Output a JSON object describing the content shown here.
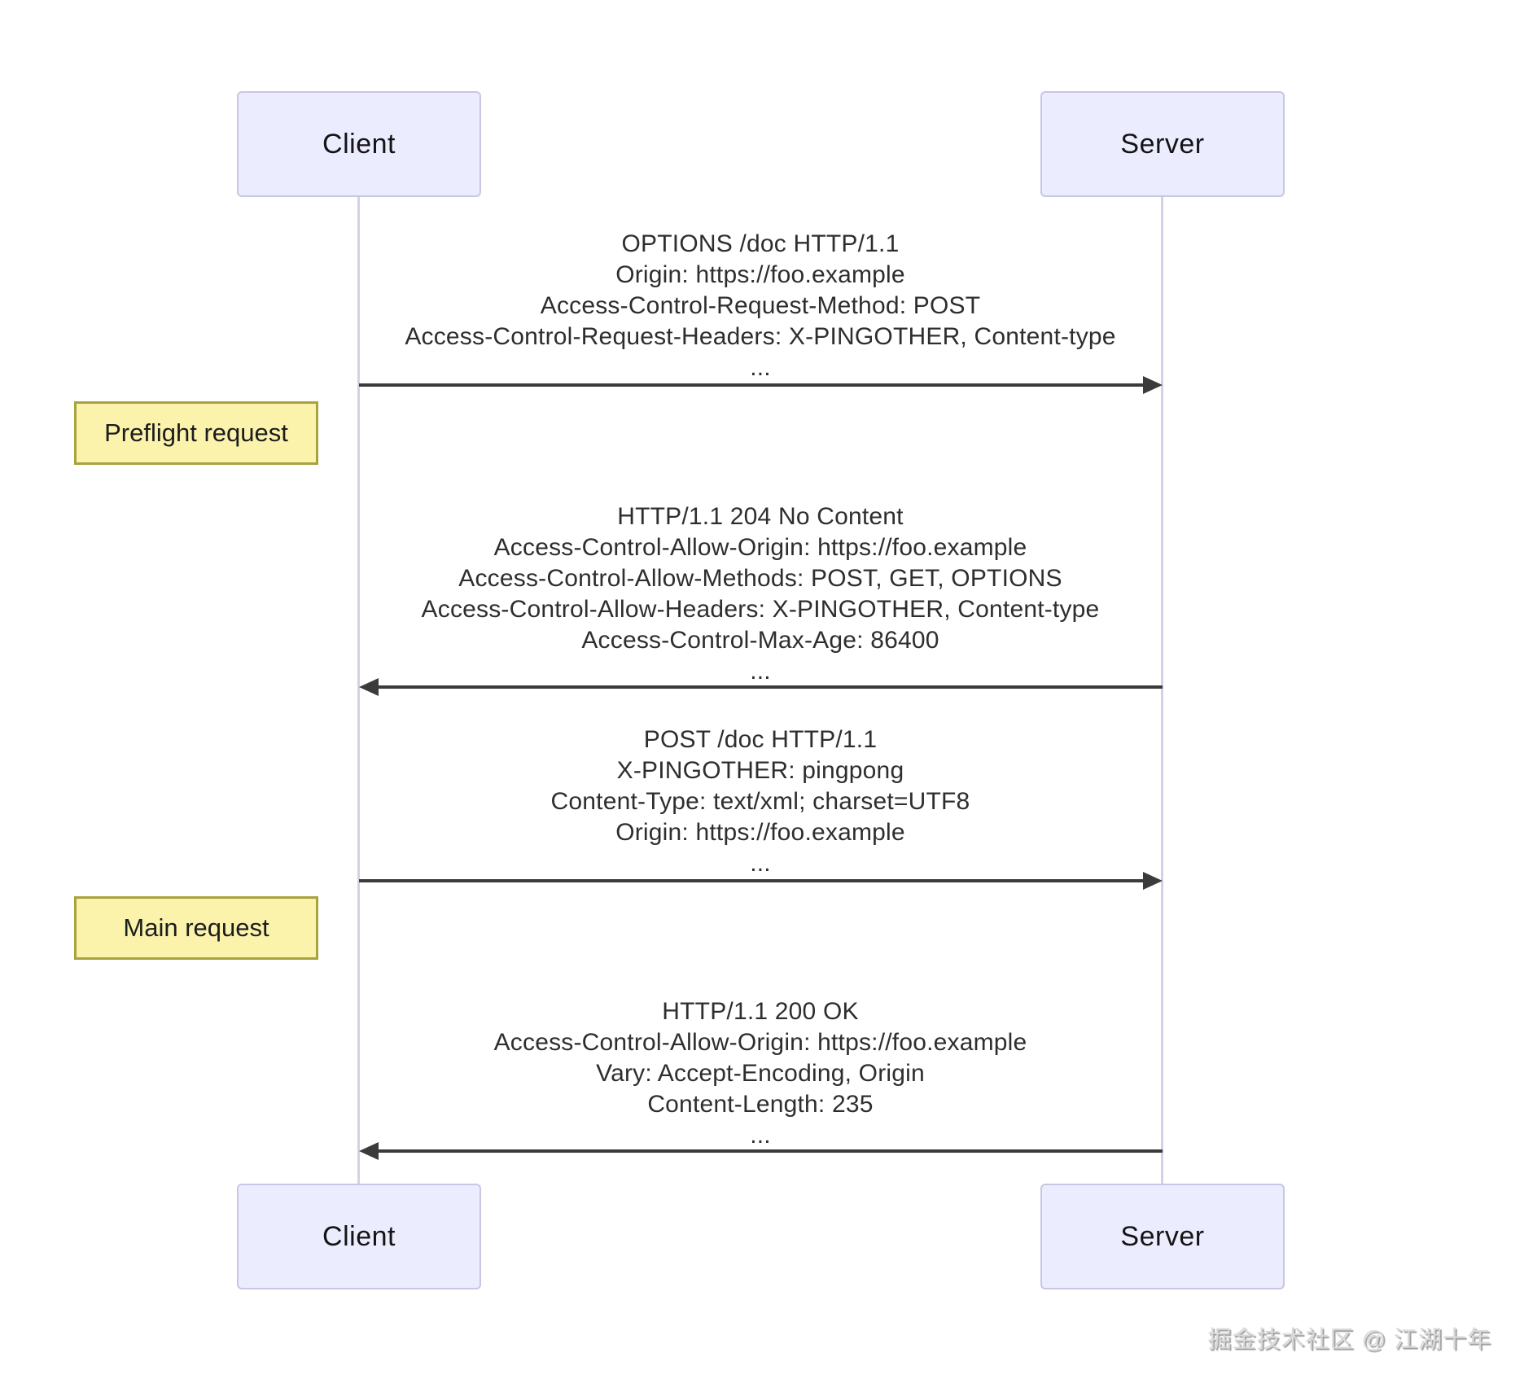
{
  "diagram": {
    "type": "sequence-diagram",
    "topic": "CORS preflight and main request flow",
    "actors": {
      "client": "Client",
      "server": "Server"
    },
    "messages": [
      {
        "from": "Client",
        "to": "Server",
        "direction": "right",
        "lines": [
          "OPTIONS /doc HTTP/1.1",
          "Origin: https://foo.example",
          "Access-Control-Request-Method: POST",
          "Access-Control-Request-Headers: X-PINGOTHER, Content-type",
          "..."
        ]
      },
      {
        "from": "Server",
        "to": "Client",
        "direction": "left",
        "lines": [
          "HTTP/1.1 204 No Content",
          "Access-Control-Allow-Origin: https://foo.example",
          "Access-Control-Allow-Methods: POST, GET, OPTIONS",
          "Access-Control-Allow-Headers: X-PINGOTHER, Content-type",
          "Access-Control-Max-Age: 86400",
          "..."
        ]
      },
      {
        "from": "Client",
        "to": "Server",
        "direction": "right",
        "lines": [
          "POST /doc HTTP/1.1",
          "X-PINGOTHER: pingpong",
          "Content-Type: text/xml; charset=UTF8",
          "Origin: https://foo.example",
          "..."
        ]
      },
      {
        "from": "Server",
        "to": "Client",
        "direction": "left",
        "lines": [
          "HTTP/1.1 200 OK",
          "Access-Control-Allow-Origin: https://foo.example",
          "Vary: Accept-Encoding, Origin",
          "Content-Length: 235",
          "..."
        ]
      }
    ],
    "notes": [
      {
        "label": "Preflight request"
      },
      {
        "label": "Main request"
      }
    ],
    "watermark": "掘金技术社区 @ 江湖十年",
    "colors": {
      "actor_fill": "#ececff",
      "actor_border": "#c9c6e3",
      "lifeline": "#d4d0e8",
      "arrow": "#3b3b3b",
      "note_fill": "#fbf3ac",
      "note_border": "#a8a23f",
      "text": "#2e2e2e",
      "background": "#ffffff"
    }
  }
}
